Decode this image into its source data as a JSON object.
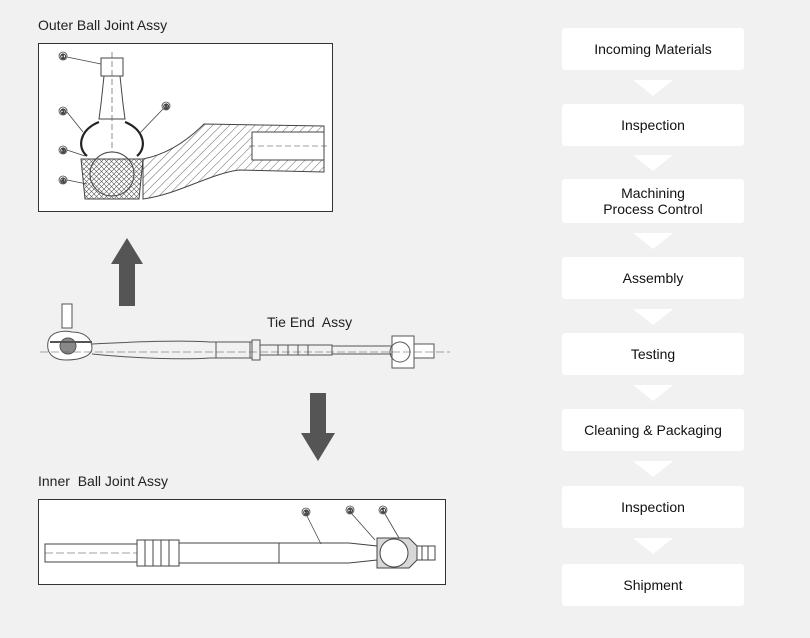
{
  "diagram": {
    "outer_title": "Outer Ball Joint Assy",
    "tie_end_title": "Tie End  Assy",
    "inner_title": "Inner  Ball Joint Assy",
    "outer_callouts": [
      "①",
      "②",
      "③",
      "④",
      "⑤"
    ],
    "inner_callouts": [
      "③",
      "②",
      "①"
    ]
  },
  "process_flow": {
    "steps": [
      "Incoming Materials",
      "Inspection",
      "Machining\nProcess Control",
      "Assembly",
      "Testing",
      "Cleaning & Packaging",
      "Inspection",
      "Shipment"
    ]
  },
  "colors": {
    "background": "#f1f1f1",
    "step_fill": "#ffffff",
    "arrow": "#555555",
    "line_art": "#444444"
  }
}
